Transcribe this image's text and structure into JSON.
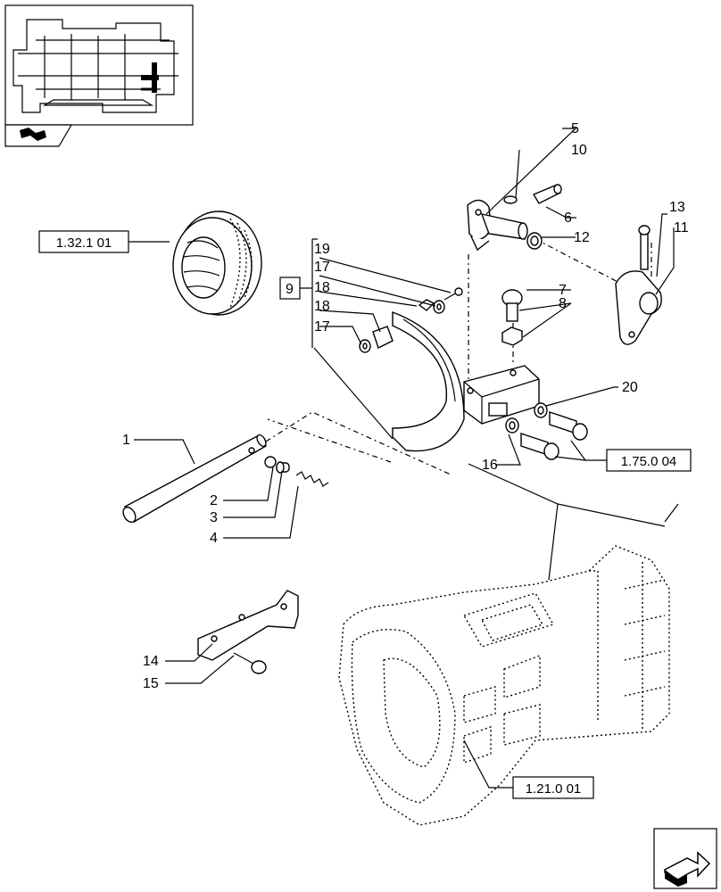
{
  "labels": {
    "l1": "1",
    "l2": "2",
    "l3": "3",
    "l4": "4",
    "l5": "5",
    "l6": "6",
    "l7": "7",
    "l8": "8",
    "l9": "9",
    "l10": "10",
    "l11": "11",
    "l12": "12",
    "l13": "13",
    "l14": "14",
    "l15": "15",
    "l16": "16",
    "l17a": "17",
    "l17b": "17",
    "l18a": "18",
    "l18b": "18",
    "l19": "19",
    "l20": "20"
  },
  "references": {
    "ring": "1.32.1 01",
    "fittings": "1.75.0 04",
    "housing": "1.21.0 01"
  },
  "icons": {
    "thumbnail": "transmission-thumbnail-icon",
    "book": "book-icon",
    "next": "next-page-arrow-icon"
  }
}
